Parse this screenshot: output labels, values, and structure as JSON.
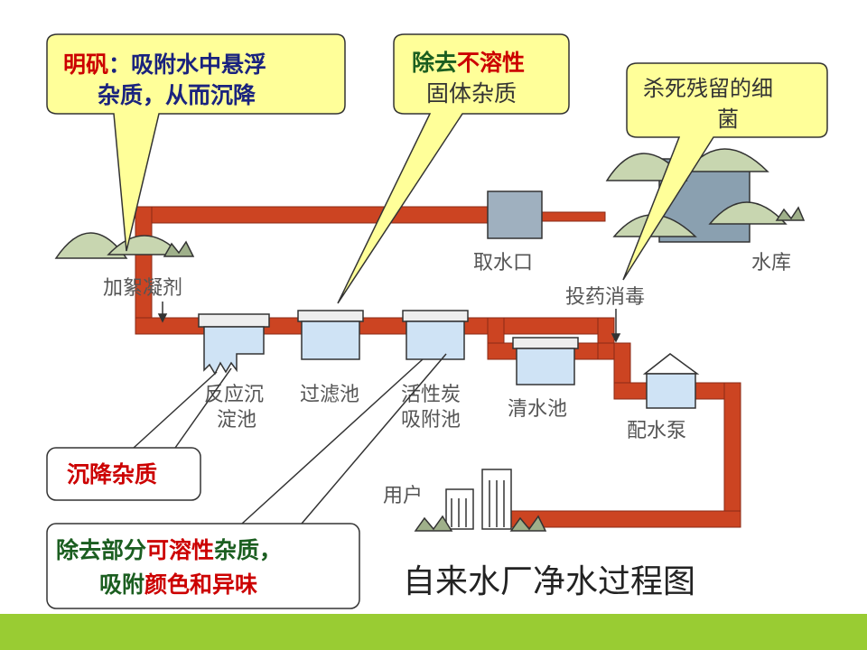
{
  "diagram_title": "自来水厂净水过程图",
  "stations": {
    "intake": "取水口",
    "reservoir": "水库",
    "coagulant": "加絮凝剂",
    "reaction_tank_line1": "反应沉",
    "reaction_tank_line2": "淀池",
    "filter_tank": "过滤池",
    "carbon_tank_line1": "活性炭",
    "carbon_tank_line2": "吸附池",
    "clear_tank": "清水池",
    "disinfect": "投药消毒",
    "pump": "配水泵",
    "user": "用户"
  },
  "callouts": {
    "alum": {
      "keyword": "明矾",
      "colon": "：",
      "rest1": "吸附水中悬浮",
      "line2": "杂质，从而沉降"
    },
    "filter": {
      "part1": "除去",
      "highlight": "不溶性",
      "line2": "固体杂质"
    },
    "disinfect": {
      "line1": "杀死残留的细",
      "line2": "菌"
    },
    "settle": {
      "text": "沉降杂质"
    },
    "carbon": {
      "part1": "除去部分",
      "highlight1": "可溶性",
      "part2": "杂质，",
      "line2a": "吸附",
      "highlight2": "颜色和异味"
    }
  },
  "colors": {
    "pipe": "#cc4422",
    "callout_fill": "#ffff99",
    "keyword_red": "#cc0000",
    "text_blue": "#1a237e",
    "text_green": "#1b5e20",
    "hill": "#c8d6b0",
    "tank": "#cfe3f5",
    "bottom_bar": "#99cc33"
  }
}
